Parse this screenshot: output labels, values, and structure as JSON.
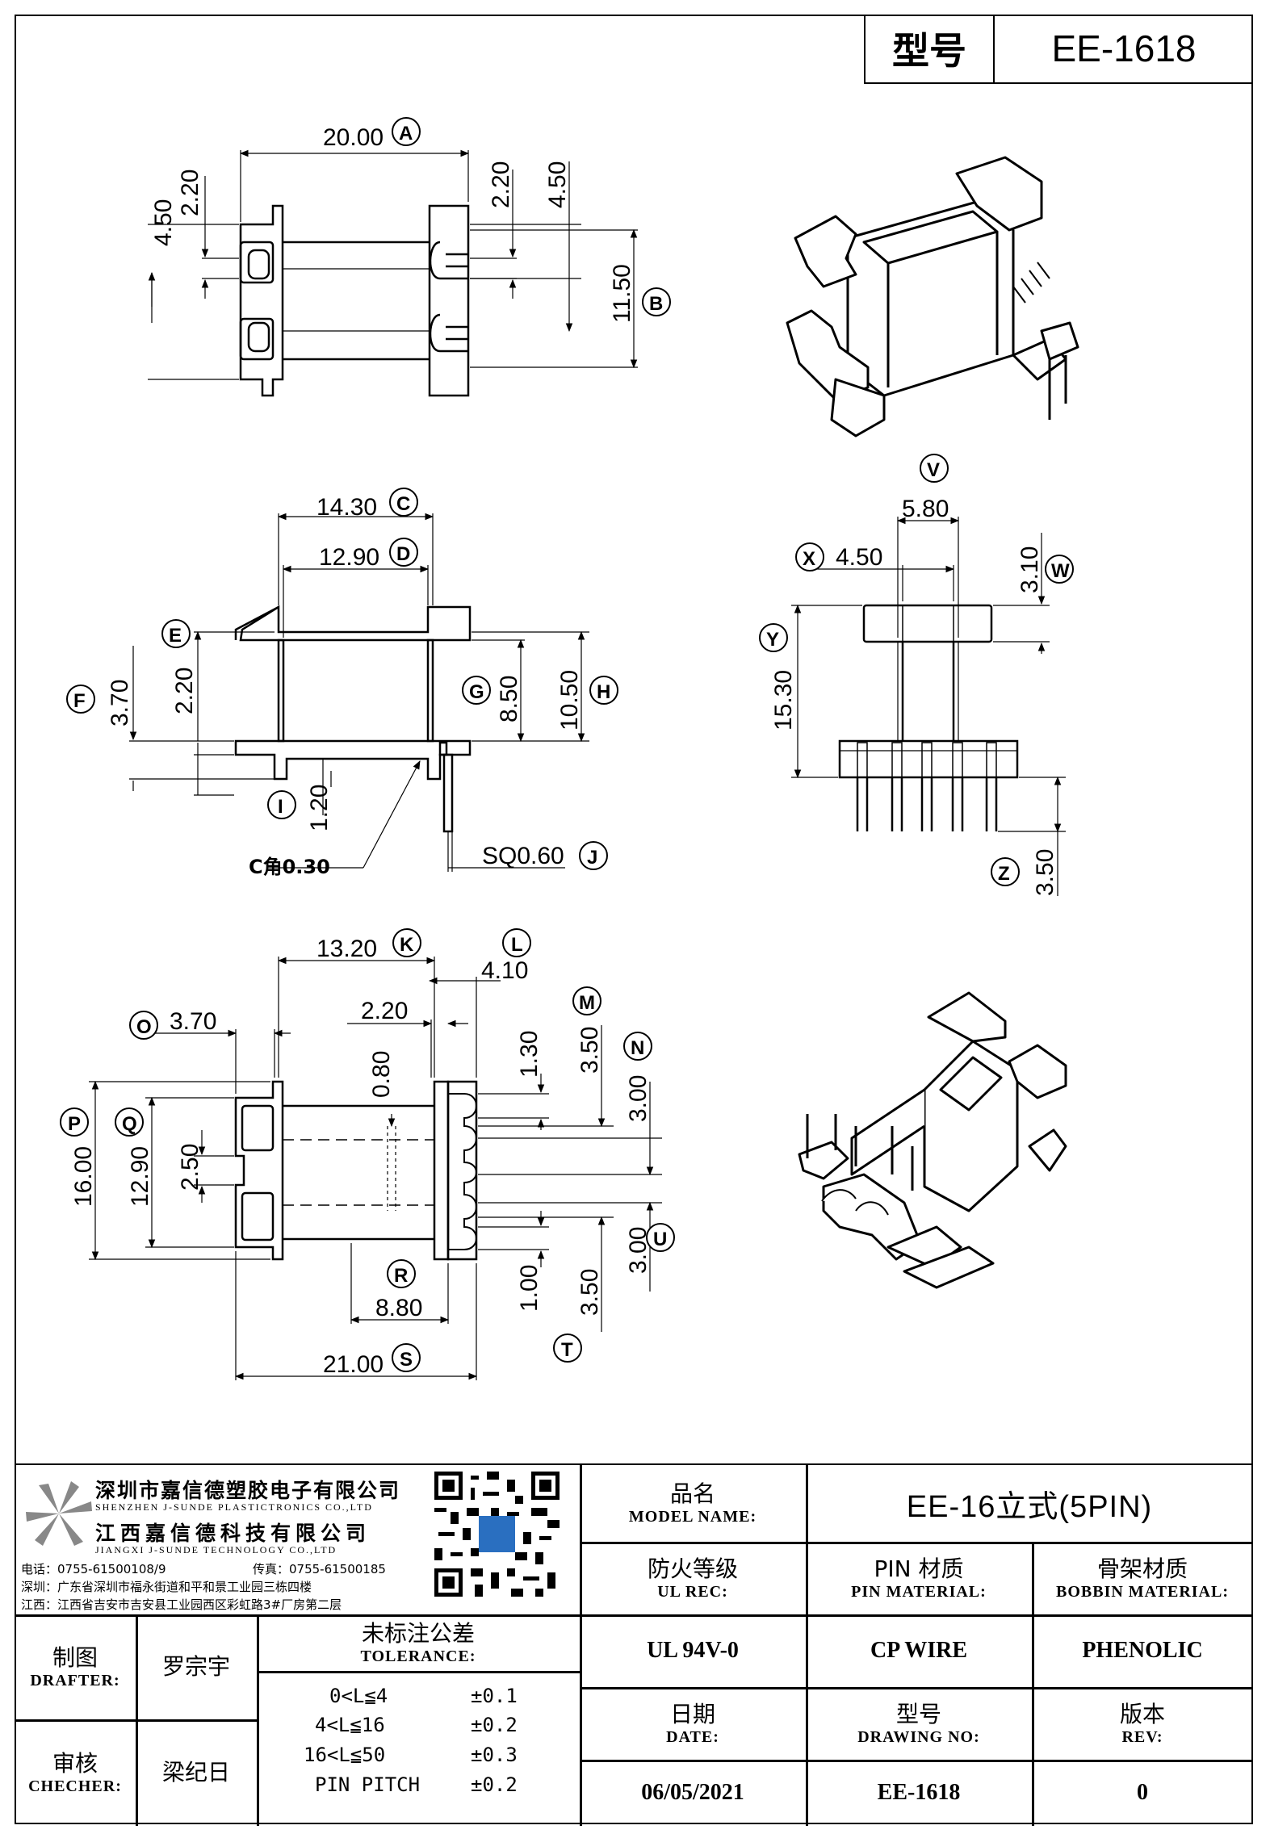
{
  "header": {
    "model_label": "型号",
    "model_value": "EE-1618"
  },
  "views": {
    "top": {
      "d_20": "20.00",
      "c_A": "A",
      "d_220a": "2.20",
      "d_450a": "4.50",
      "d_220b": "2.20",
      "d_450b": "4.50",
      "d_1150": "11.50",
      "c_B": "B"
    },
    "front": {
      "d_1430": "14.30",
      "c_C": "C",
      "d_1290": "12.90",
      "c_D": "D",
      "c_E": "E",
      "d_220": "2.20",
      "c_F": "F",
      "d_370": "3.70",
      "c_G": "G",
      "d_850": "8.50",
      "d_1050": "10.50",
      "c_H": "H",
      "c_I": "I",
      "d_120": "1.20",
      "chamfer": "C角0.30",
      "sq": "SQ0.60",
      "c_J": "J"
    },
    "side": {
      "c_V": "V",
      "d_580": "5.80",
      "c_X": "X",
      "d_450": "4.50",
      "d_310": "3.10",
      "c_W": "W",
      "c_Y": "Y",
      "d_1530": "15.30",
      "c_Z": "Z",
      "d_350": "3.50"
    },
    "bottom": {
      "d_1320": "13.20",
      "c_K": "K",
      "c_L": "L",
      "d_410": "4.10",
      "c_O": "O",
      "d_370": "3.70",
      "d_220": "2.20",
      "c_M": "M",
      "d_080": "0.80",
      "d_130": "1.30",
      "d_350a": "3.50",
      "c_N": "N",
      "d_300a": "3.00",
      "c_P": "P",
      "c_Q": "Q",
      "d_1600": "16.00",
      "d_1290": "12.90",
      "d_250": "2.50",
      "d_300b": "3.00",
      "c_U": "U",
      "c_R": "R",
      "d_100": "1.00",
      "d_350b": "3.50",
      "d_880": "8.80",
      "c_T": "T",
      "d_2100": "21.00",
      "c_S": "S"
    }
  },
  "company": {
    "name_sz": "深圳市嘉信德塑胶电子有限公司",
    "name_sz_en": "SHENZHEN J-SUNDE PLASTICTRONICS CO.,LTD",
    "name_jx": "江西嘉信德科技有限公司",
    "name_jx_en": "JIANGXI J-SUNDE TECHNOLOGY CO.,LTD",
    "phone": "电话：0755-61500108/9",
    "fax": "传真：0755-61500185",
    "addr_sz": "深圳：广东省深圳市福永街道和平和景工业园三栋四楼",
    "addr_jx": "江西：江西省吉安市吉安县工业园西区彩虹路3#厂房第二层"
  },
  "table": {
    "model_name_cn": "品名",
    "model_name_en": "MODEL NAME:",
    "model_name_val": "EE-16立式(5PIN)",
    "ul_cn": "防火等级",
    "ul_en": "UL REC:",
    "pin_cn": "PIN 材质",
    "pin_en": "PIN MATERIAL:",
    "bobbin_cn": "骨架材质",
    "bobbin_en": "BOBBIN MATERIAL:",
    "drafter_cn": "制图",
    "drafter_en": "DRAFTER:",
    "drafter_val": "罗宗宇",
    "tol_cn": "未标注公差",
    "tol_en": "TOLERANCE:",
    "ul_val": "UL 94V-0",
    "pin_val": "CP WIRE",
    "bobbin_val": "PHENOLIC",
    "date_cn": "日期",
    "date_en": "DATE:",
    "dwg_cn": "型号",
    "dwg_en": "DRAWING NO:",
    "rev_cn": "版本",
    "rev_en": "REV:",
    "checker_cn": "审核",
    "checker_en": "CHECHER:",
    "checker_val": "梁纪日",
    "tol_rows": [
      {
        "range": "0<L≦4",
        "value": "±0.1"
      },
      {
        "range": "4<L≦16",
        "value": "±0.2"
      },
      {
        "range": "16<L≦50",
        "value": "±0.3"
      },
      {
        "range": "PIN PITCH",
        "value": "±0.2"
      }
    ],
    "date_val": "06/05/2021",
    "dwg_val": "EE-1618",
    "rev_val": "0"
  }
}
